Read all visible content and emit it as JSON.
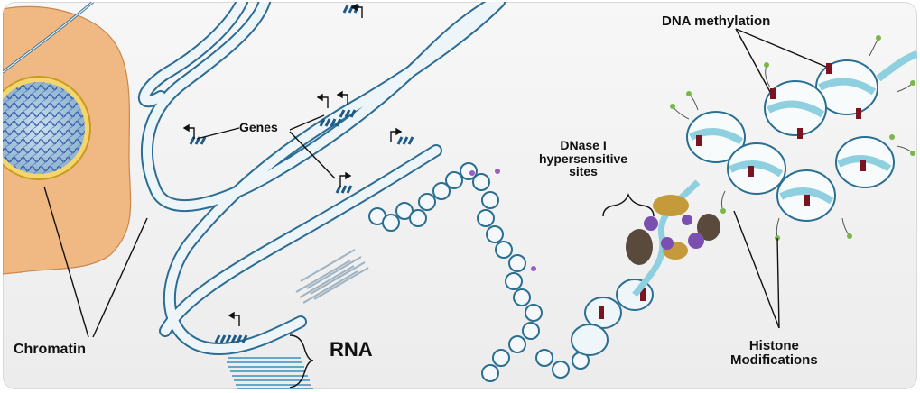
{
  "labels": {
    "chromatin": "Chromatin",
    "genes": "Genes",
    "rna": "RNA",
    "dnase_line1": "DNase I",
    "dnase_line2": "hypersensitive",
    "dnase_line3": "sites",
    "dna_methylation": "DNA methylation",
    "histone_line1": "Histone",
    "histone_line2": "Modifications"
  },
  "colors": {
    "background": "#f1f1f1",
    "cell": "#f0b882",
    "nucleus_ring": "#e3b62c",
    "dna_strand": "#2b6d95",
    "nucleosome": "#8fd0e0",
    "methyl_mark": "#7a1420",
    "histone_tail": "#7ab648",
    "protein_purple": "#7b4fb0",
    "protein_gold": "#c59a3a",
    "protein_dark": "#5a4a3c"
  }
}
